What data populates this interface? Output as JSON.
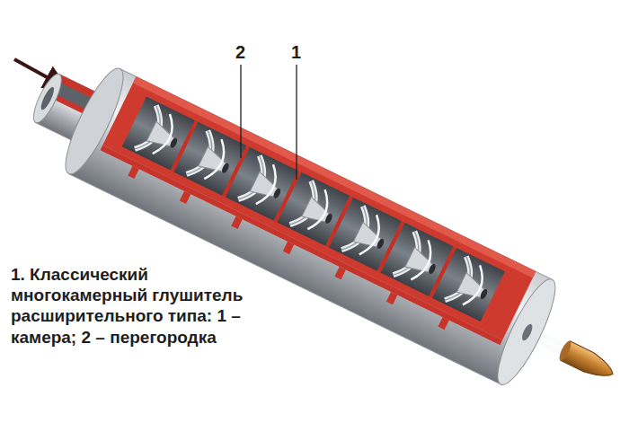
{
  "diagram": {
    "caption": "1. Классический многокамерный глушитель расширительного типа: 1 – камера; 2 – перегородка",
    "labels": [
      "2",
      "1"
    ]
  }
}
